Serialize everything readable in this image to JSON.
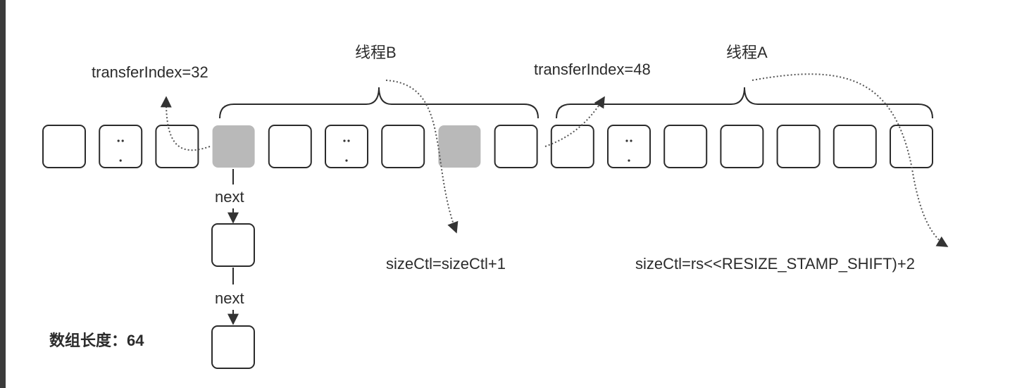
{
  "labels": {
    "thread_b": "线程B",
    "thread_a": "线程A",
    "transfer_index_b": "transferIndex=32",
    "transfer_index_a": "transferIndex=48",
    "size_ctl_b": "sizeCtl=sizeCtl+1",
    "size_ctl_a": "sizeCtl=rs<<RESIZE_STAMP_SHIFT)+2",
    "next_1": "next",
    "next_2": "next",
    "array_length": "数组长度：64"
  },
  "array": {
    "cells": [
      {
        "state": "empty"
      },
      {
        "state": "ellipsis"
      },
      {
        "state": "empty"
      },
      {
        "state": "migrated"
      },
      {
        "state": "empty"
      },
      {
        "state": "ellipsis"
      },
      {
        "state": "empty"
      },
      {
        "state": "migrated"
      },
      {
        "state": "empty"
      },
      {
        "state": "empty"
      },
      {
        "state": "ellipsis"
      },
      {
        "state": "empty"
      },
      {
        "state": "empty"
      },
      {
        "state": "empty"
      },
      {
        "state": "empty"
      },
      {
        "state": "empty"
      }
    ]
  },
  "colors": {
    "stroke": "#2b2b2b",
    "migrated_fill": "#b9b9b9",
    "empty_fill": "#ffffff",
    "dotted": "#555555"
  }
}
